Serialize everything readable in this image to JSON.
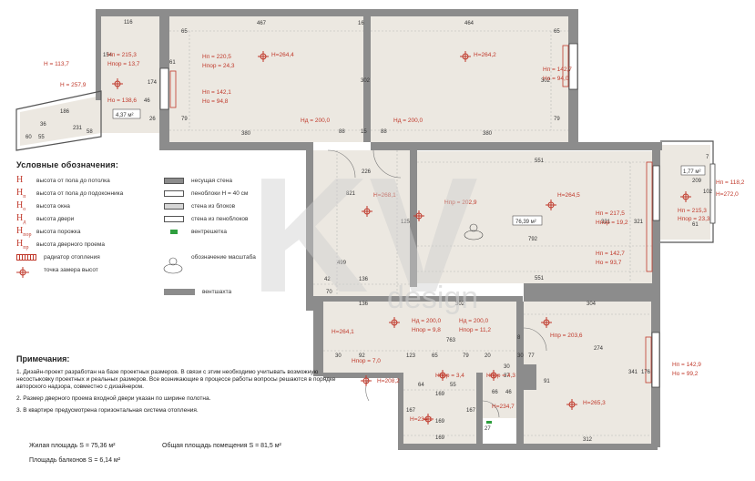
{
  "legend": {
    "title": "Условные обозначения:",
    "items": [
      {
        "sym": "H",
        "sub": "",
        "text": "высота от пола до потолка"
      },
      {
        "sym": "H",
        "sub": "п",
        "text": "высота от пола до подоконника"
      },
      {
        "sym": "H",
        "sub": "о",
        "text": "высота окна"
      },
      {
        "sym": "H",
        "sub": "д",
        "text": "высота двери"
      },
      {
        "sym": "H",
        "sub": "пор",
        "text": "высота порожка"
      },
      {
        "sym": "H",
        "sub": "пр",
        "text": "высота дверного проема"
      },
      {
        "text": "радиатор отопления"
      },
      {
        "text": "точка замера высот"
      }
    ],
    "items_right": [
      {
        "text": "несущая стена"
      },
      {
        "text": "пеноблоки H = 40 см"
      },
      {
        "text": "стена из блоков"
      },
      {
        "text": "стена из пеноблоков"
      },
      {
        "text": "вентрешетка"
      },
      {
        "text": "обозначение масштаба"
      },
      {
        "text": "вентшахта"
      }
    ]
  },
  "notes": {
    "title": "Примечания:",
    "n1": "1. Дизайн-проект разработан на базе проектных размеров. В связи с этим необходимо учитывать возможную несостыковку проектных и реальных размеров. Все возникающие в процессе работы вопросы решаются в порядке авторского надзора, совместно с дизайнером.",
    "n2": "2. Размер дверного проема входной двери указан по ширине полотна.",
    "n3": "3. В квартире предусмотрена горизонтальная система отопления."
  },
  "areas": {
    "living": "Жилая площадь  S = 75,36 м²",
    "total": "Общая площадь помещения  S = 81,5 м²",
    "balconies": "Площадь балконов  S = 6,14 м²"
  },
  "watermark": {
    "letters": "KV",
    "word": "design"
  },
  "colors": {
    "wall": "#8c8c8c",
    "floor": "#ece8e1",
    "marker": "#c0392b",
    "vent": "#2e9e3e"
  },
  "plan": {
    "room_areas": [
      "4,37 м²",
      "76,39 м²",
      "1,77 м²"
    ],
    "dims": [
      "116",
      "467",
      "16",
      "464",
      "154",
      "65",
      "65",
      "174",
      "61",
      "302",
      "302",
      "46",
      "79",
      "79",
      "26",
      "380",
      "380",
      "186",
      "231",
      "60",
      "55",
      "36",
      "58",
      "88",
      "88",
      "15",
      "226",
      "551",
      "551",
      "821",
      "125",
      "792",
      "321",
      "321",
      "499",
      "42",
      "136",
      "70",
      "136",
      "302",
      "304",
      "30",
      "92",
      "123",
      "65",
      "79",
      "20",
      "763",
      "8",
      "30",
      "274",
      "77",
      "30",
      "37",
      "64",
      "55",
      "169",
      "169",
      "66",
      "46",
      "91",
      "341",
      "176",
      "167",
      "167",
      "27",
      "169",
      "312",
      "7",
      "102",
      "209",
      "61"
    ],
    "heights": [
      "H = 113,7",
      "H = 257,9",
      "Hп = 215,3",
      "Hпор = 13,7",
      "Hо = 138,6",
      "Hп = 220,5",
      "Hпор = 24,3",
      "Hп = 142,1",
      "Hо = 94,8",
      "H=264,4",
      "H=264,2",
      "Hп = 142,7",
      "Hо = 94,0",
      "Hд = 200,0",
      "Hд = 200,0",
      "H=268,1",
      "Hпр = 202,9",
      "H=264,5",
      "Hп = 217,5",
      "Hпор = 19,2",
      "Hп = 142,7",
      "Hо = 93,7",
      "Hп = 118,2",
      "H=272,0",
      "Hп = 215,3",
      "Hпор = 23,3",
      "H=264,1",
      "Hд = 200,0",
      "Hпор = 9,8",
      "Hд = 200,0",
      "Hпор = 11,2",
      "Hпр = 203,6",
      "Hпор = 7,0",
      "H=208,2",
      "Hпор = 3,4",
      "Hпор = 4,3",
      "H=234,7",
      "H=234,1",
      "H=265,3",
      "Hп = 142,9",
      "Hо = 99,2"
    ]
  }
}
